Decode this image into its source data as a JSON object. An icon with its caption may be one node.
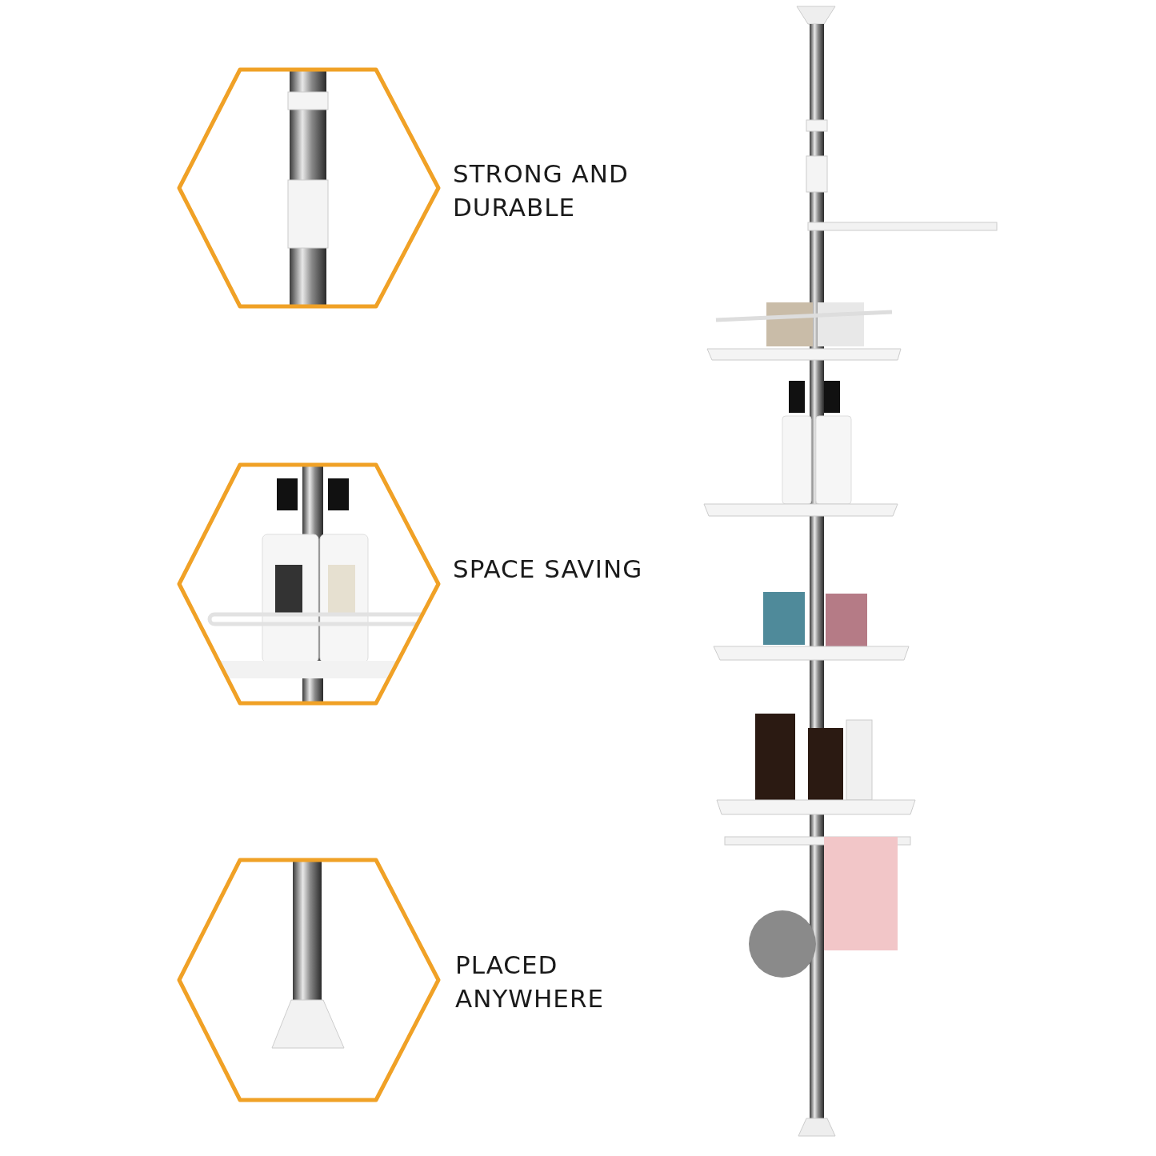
{
  "diagram": {
    "labels": [
      "STRONG AND DURABLE",
      "SPACE SAVING",
      "PLACED ANYWHERE"
    ]
  }
}
